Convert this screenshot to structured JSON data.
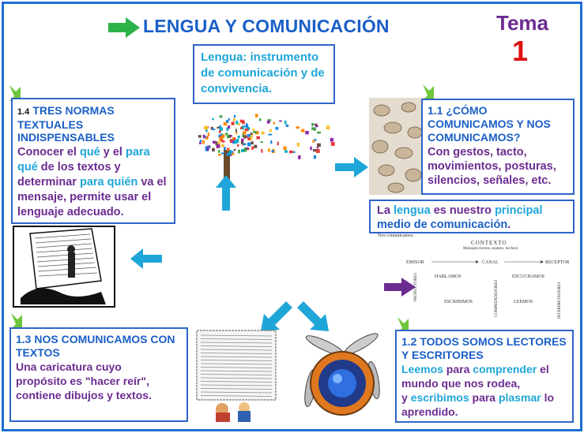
{
  "header": {
    "title": "LENGUA Y COMUNICACIÓN",
    "tema_label": "Tema",
    "tema_number": "1"
  },
  "center_box": {
    "text": "Lengua: instrumento de comunicación y de convivencia."
  },
  "box_1_4": {
    "number": "1.4",
    "heading": "TRES NORMAS TEXTUALES INDISPENSABLES",
    "p1": "Conocer el ",
    "p_que": "qué",
    "p2": " y el ",
    "p_para_que": "para qué",
    "p3": " de los textos y determinar ",
    "p_para_quien": "para quién",
    "p4": " va el mensaje, permite usar el lenguaje adecuado."
  },
  "box_1_1": {
    "heading": "1.1 ¿CÓMO COMUNICAMOS Y NOS COMUNICAMOS?",
    "body": "Con gestos, tacto, movimientos, posturas, silencios, señales, etc."
  },
  "box_lengua": {
    "p1": "La ",
    "w_lengua": "lengua",
    "p2": " es nuestro ",
    "w_principal": "principal",
    "p3": " medio de comunicación",
    "p4": "."
  },
  "diagram": {
    "note": "Nos comunicamos:",
    "contexto": "CONTEXTO",
    "contexto_sub": "Mensajes (textos, asuntos, hechos)",
    "emisor": "EMISOR",
    "canal": "CANAL",
    "receptor": "RECEPTOR",
    "hablamos": "HABLAMOS",
    "escuchamos": "ESCUCHAMOS",
    "productores": "PRODUCTORES",
    "escribimos": "ESCRIBIMOS",
    "comprendedores": "COMPRENDEDORES",
    "leemos": "LEEMOS",
    "interpretadores": "INTERPRETADORES"
  },
  "box_1_3": {
    "heading": "1.3 NOS COMUNICAMOS CON TEXTOS",
    "body": "Una caricatura cuyo propósito es \"hacer reír\", contiene dibujos y textos."
  },
  "box_1_2": {
    "heading": "1.2 TODOS SOMOS LECTORES Y ESCRITORES",
    "w_leemos": "Leemos",
    "p1": " para ",
    "w_comprender": "comprender",
    "p2": " el mundo que nos rodea,",
    "p3": "y ",
    "w_escribimos": "escribimos",
    "p4": " para ",
    "w_plasmar": "plasmar",
    "p5": " lo aprendido."
  },
  "colors": {
    "blue": "#1a5fc7",
    "cyan": "#1fa6d8",
    "purple": "#6b2c91",
    "red": "#e01010",
    "green": "#2db34a",
    "border": "#2f64c8"
  }
}
